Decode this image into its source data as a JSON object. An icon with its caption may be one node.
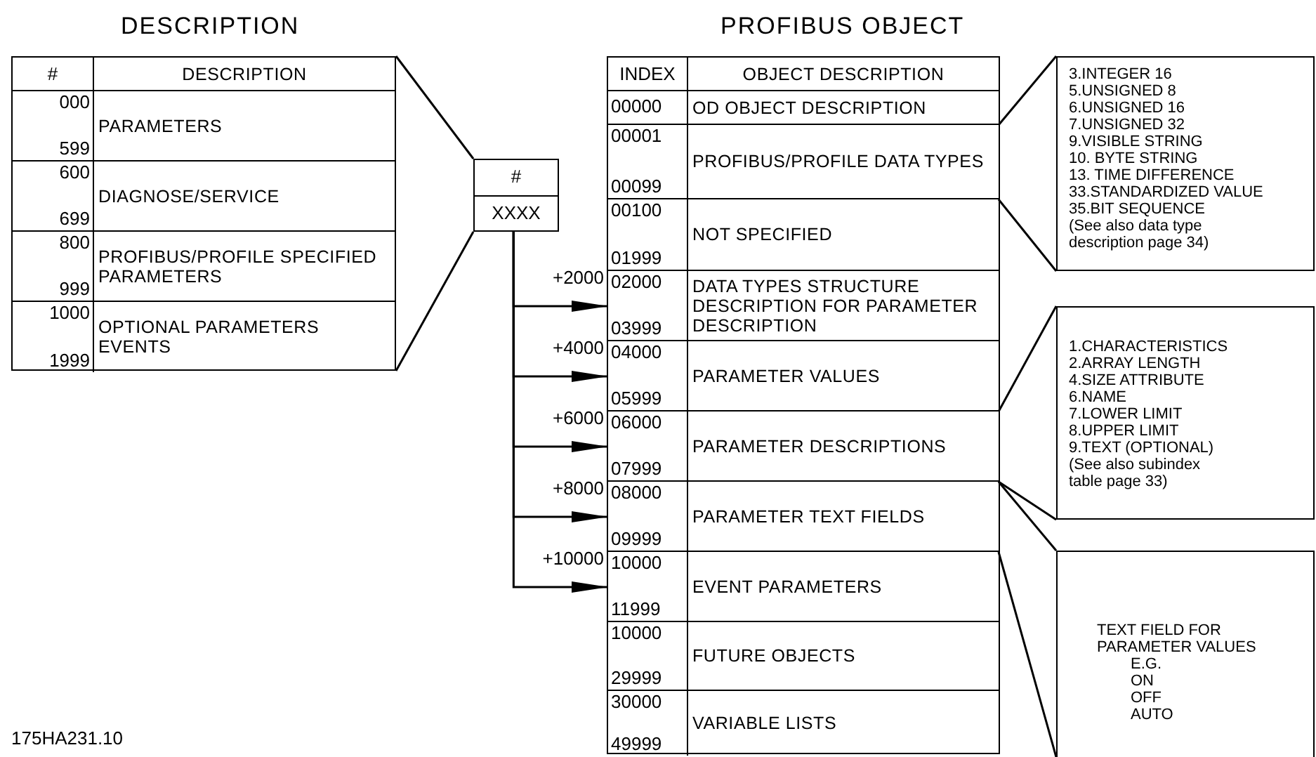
{
  "diagram": {
    "nodes": [
      {
        "text": [
          "DESCRIPTION"
        ]
      },
      {
        "text": [
          "#",
          "DESCRIPTION"
        ],
        "in": 0
      },
      {
        "text": [
          "000",
          "599",
          "PARAMETERS"
        ],
        "in": 0
      },
      {
        "text": [
          "600",
          "699",
          "DIAGNOSE/SERVICE"
        ],
        "in": 0
      },
      {
        "text": [
          "800",
          "999",
          "PROFIBUS/PROFILE SPECIFIED PARAMETERS"
        ],
        "in": 0
      },
      {
        "text": [
          "1000",
          "1999",
          "OPTIONAL PARAMETERS EVENTS"
        ],
        "in": 0
      },
      {
        "text": [
          "#",
          "XXXX"
        ]
      },
      {
        "text": [
          "PROFIBUS OBJECT"
        ]
      },
      {
        "text": [
          "INDEX",
          "OBJECT DESCRIPTION"
        ],
        "in": 7
      },
      {
        "text": [
          "00000",
          "OD OBJECT DESCRIPTION"
        ],
        "in": 7
      },
      {
        "text": [
          "00001",
          "00099",
          "PROFIBUS/PROFILE DATA TYPES"
        ],
        "in": 7
      },
      {
        "text": [
          "00100",
          "01999",
          "NOT SPECIFIED"
        ],
        "in": 7
      },
      {
        "text": [
          "02000",
          "03999",
          "DATA TYPES STRUCTURE DESCRIPTION FOR PARAMETER DESCRIPTION"
        ],
        "in": 7
      },
      {
        "text": [
          "04000",
          "05999",
          "PARAMETER VALUES"
        ],
        "in": 7
      },
      {
        "text": [
          "06000",
          "07999",
          "PARAMETER DESCRIPTIONS"
        ],
        "in": 7
      },
      {
        "text": [
          "08000",
          "09999",
          "PARAMETER TEXT FIELDS"
        ],
        "in": 7
      },
      {
        "text": [
          "10000",
          "11999",
          "EVENT PARAMETERS"
        ],
        "in": 7
      },
      {
        "text": [
          "10000",
          "29999",
          "FUTURE OBJECTS"
        ],
        "in": 7
      },
      {
        "text": [
          "30000",
          "49999",
          "VARIABLE LISTS"
        ],
        "in": 7
      },
      {
        "text": [
          "3.INTEGER 16",
          "5.UNSIGNED 8",
          "6.UNSIGNED 16",
          "7.UNSIGNED 32",
          "9.VISIBLE STRING",
          "10. BYTE STRING",
          "13. TIME DIFFERENCE",
          "33.STANDARDIZED VALUE",
          "35.BIT SEQUENCE",
          "(See also data type description page 34)"
        ]
      },
      {
        "text": [
          "1.CHARACTERISTICS",
          "2.ARRAY LENGTH",
          "4.SIZE ATTRIBUTE",
          "6.NAME",
          "7.LOWER LIMIT",
          "8.UPPER LIMIT",
          "9.TEXT (OPTIONAL)",
          "(See also subindex table page 33)"
        ]
      },
      {
        "text": [
          "TEXT FIELD FOR PARAMETER VALUES",
          "E.G.",
          "ON",
          "OFF",
          "AUTO"
        ]
      }
    ],
    "edges": [
      {
        "from": 0,
        "to": 6,
        "arrow": "none"
      },
      {
        "from": 0,
        "to": 6,
        "arrow": "none"
      },
      {
        "from": 6,
        "to": 12,
        "arrow": "to",
        "label": "+2000"
      },
      {
        "from": 6,
        "to": 13,
        "arrow": "to",
        "label": "+4000"
      },
      {
        "from": 6,
        "to": 14,
        "arrow": "to",
        "label": "+6000"
      },
      {
        "from": 6,
        "to": 15,
        "arrow": "to",
        "label": "+8000"
      },
      {
        "from": 6,
        "to": 16,
        "arrow": "to",
        "label": "+10000"
      },
      {
        "from": 10,
        "to": 19,
        "arrow": "none"
      },
      {
        "from": 10,
        "to": 19,
        "arrow": "none"
      },
      {
        "from": 14,
        "to": 20,
        "arrow": "none"
      },
      {
        "from": 14,
        "to": 20,
        "arrow": "none"
      },
      {
        "from": 15,
        "to": 21,
        "arrow": "none"
      },
      {
        "from": 15,
        "to": 21,
        "arrow": "none"
      }
    ],
    "labels": [
      "175HA231.10"
    ]
  }
}
